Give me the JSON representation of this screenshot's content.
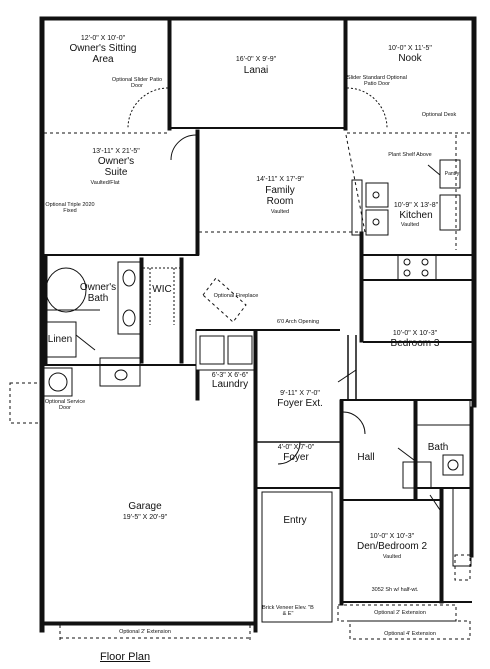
{
  "title": "Floor Plan",
  "rooms": {
    "owners_sitting": {
      "dims": "12'-0\" X 10'-0\"",
      "name": "Owner's Sitting Area"
    },
    "lanai": {
      "dims": "16'-0\" X 9'-9\"",
      "name": "Lanai"
    },
    "nook": {
      "dims": "10'-0\" X 11'-5\"",
      "name": "Nook"
    },
    "owners_suite": {
      "dims": "13'-11\" X 21'-5\"",
      "name": "Owner's Suite",
      "note": "Vaulted/Flat"
    },
    "family_room": {
      "dims": "14'-11\" X 17'-9\"",
      "name": "Family Room",
      "note": "Vaulted"
    },
    "kitchen": {
      "dims": "10'-9\" X 13'-8\"",
      "name": "Kitchen",
      "note": "Vaulted"
    },
    "pantry": {
      "name": "Pantry"
    },
    "owners_bath": {
      "name": "Owner's Bath"
    },
    "wic": {
      "name": "WIC"
    },
    "linen": {
      "name": "Linen"
    },
    "bedroom3": {
      "dims": "10'-0\" X 10'-3\"",
      "name": "Bedroom 3"
    },
    "laundry": {
      "dims": "6'-3\" X 6'-6\"",
      "name": "Laundry"
    },
    "foyer_ext": {
      "dims": "9'-11\" X 7'-0\"",
      "name": "Foyer Ext."
    },
    "foyer": {
      "dims": "4'-0\" X 7'-0\"",
      "name": "Foyer"
    },
    "hall": {
      "name": "Hall"
    },
    "bath": {
      "name": "Bath"
    },
    "garage": {
      "name": "Garage",
      "dims": "19'-5\" X 20'-9\""
    },
    "entry": {
      "name": "Entry"
    },
    "den": {
      "dims": "10'-0\" X 10'-3\"",
      "name": "Den/Bedroom 2",
      "note": "Vaulted"
    }
  },
  "notes": {
    "optional_slider": "Optional Slider Patio Door",
    "slider_standard": "Slider Standard Optional Patio Door",
    "optional_desk": "Optional Desk",
    "plant_shelf": "Plant Shelf Above",
    "optional_triple": "Optional Triple 2020 Fixed",
    "optional_fireplace": "Optional Fireplace",
    "arch_opening": "6'0 Arch Opening",
    "optional_service_door": "Optional Service Door",
    "shower": "3052 Sh w/ half-wt.",
    "brick_veneer": "Brick Veneer Elev. \"B & E\"",
    "ext_2_garage": "Optional 2' Extension",
    "ext_2_den": "Optional 2' Extension",
    "ext_4_den": "Optional 4' Extension"
  }
}
